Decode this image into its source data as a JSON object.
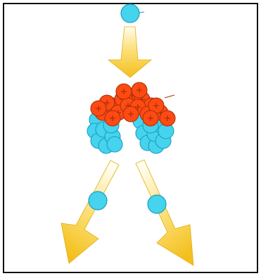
{
  "colors": {
    "neutron": "#45d3ee",
    "neutron_outline": "#1c9fc0",
    "proton": "#ff4a14",
    "proton_outline": "#a83206",
    "arrow_head": "#f7c928",
    "arrow_fade": "#fff8d9",
    "frame": "#111111",
    "background": "#ffffff"
  },
  "icons": {
    "proton_mark": "plus-sign",
    "arrow": "downward-arrow",
    "particle": "sphere"
  }
}
